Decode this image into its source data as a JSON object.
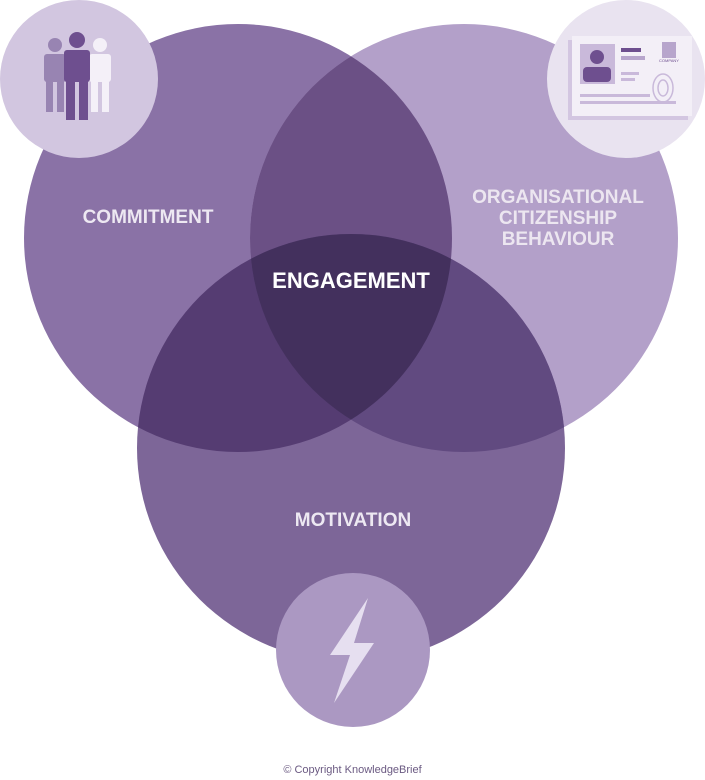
{
  "diagram": {
    "sets": [
      {
        "id": "commitment",
        "label": "COMMITMENT",
        "icon": "people-icon",
        "color": "#8a72a6"
      },
      {
        "id": "ocb",
        "label_lines": [
          "ORGANISATIONAL",
          "CITIZENSHIP",
          "BEHAVIOUR"
        ],
        "icon": "id-card-icon",
        "color": "#b3a0c9"
      },
      {
        "id": "motivation",
        "label": "MOTIVATION",
        "icon": "lightning-icon",
        "color": "#7d6698"
      }
    ],
    "center_label": "ENGAGEMENT",
    "colors": {
      "intersection_top": "#6b5085",
      "intersection_left": "#553c72",
      "intersection_right": "#614a80",
      "center": "#43305d",
      "icon_circle_light": "#d2c6e0",
      "icon_circle_mid": "#ab98c2"
    },
    "id_card_text": "COMPANY"
  },
  "footer": {
    "copyright": "© Copyright KnowledgeBrief"
  }
}
